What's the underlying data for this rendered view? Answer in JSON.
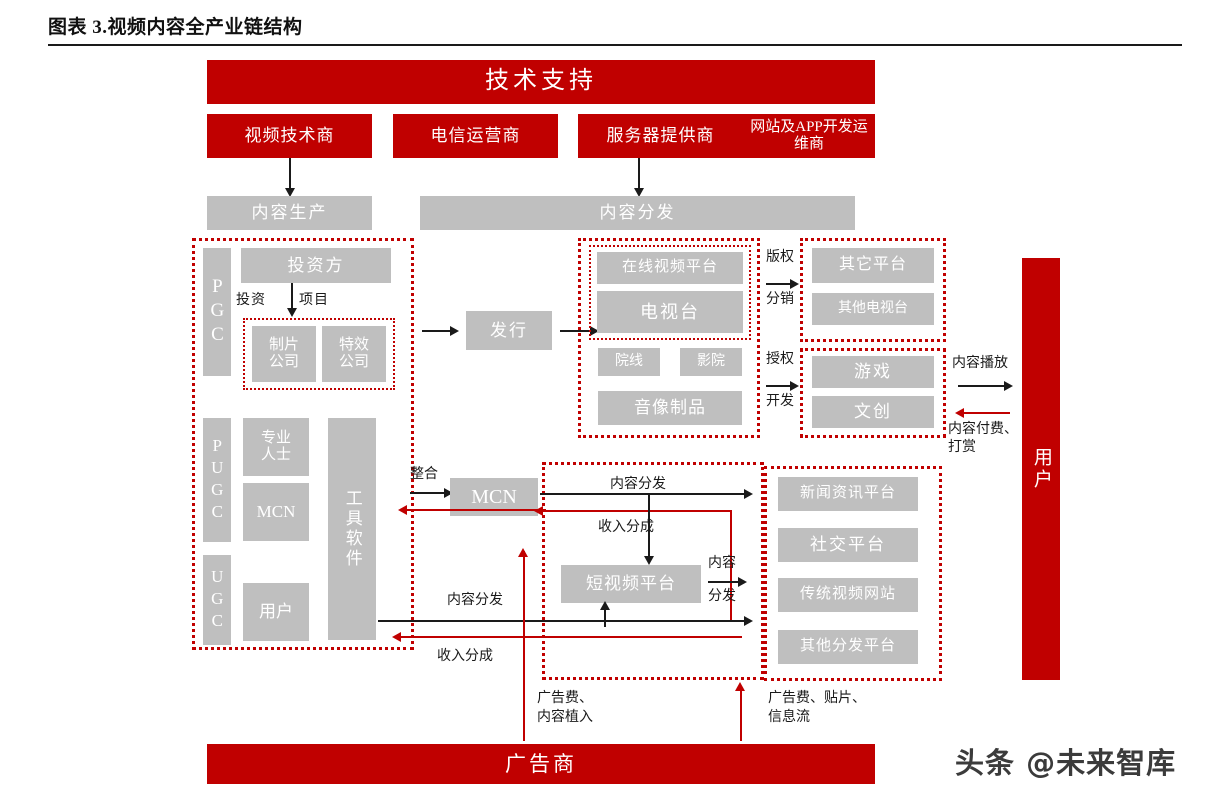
{
  "header": {
    "title": "图表 3.视频内容全产业链结构"
  },
  "tech_support": {
    "banner": "技术支持",
    "providers": [
      "视频技术商",
      "电信运营商",
      "服务器提供商",
      "网站及APP开发运维商"
    ]
  },
  "stage_bars": {
    "production": "内容生产",
    "distribution": "内容分发"
  },
  "pgc": {
    "label": "PGC",
    "investor": "投资方",
    "invest_label": "投资",
    "project_label": "项目",
    "production_company": "制片\n公司",
    "vfx_company": "特效\n公司"
  },
  "pugc": {
    "label": "PUGC",
    "professionals": "专业\n人士",
    "mcn": "MCN",
    "tools": "工具软件"
  },
  "ugc": {
    "label": "UGC",
    "user": "用户"
  },
  "release": {
    "label": "发行"
  },
  "channels": {
    "online_video": "在线视频平台",
    "tv_station": "电视台",
    "cinema_chain": "院线",
    "cinema": "影院",
    "av_products": "音像制品"
  },
  "licensing": {
    "copyright": "版权",
    "distribution": "分销",
    "authorize": "授权",
    "development": "开发"
  },
  "derivative": {
    "other_platform": "其它平台",
    "other_tv": "其他电视台",
    "game": "游戏",
    "culture": "文创"
  },
  "user_col": {
    "label": "用户",
    "play_label": "内容播放",
    "pay_label": "内容付费、\n打赏"
  },
  "mcn_flow": {
    "integrate": "整合",
    "mcn": "MCN",
    "short_video": "短视频平台",
    "content_distribution_top": "内容分发",
    "revenue_share_top": "收入分成",
    "content_distribution_bottom": "内容分发",
    "revenue_share_bottom": "收入分成",
    "content_label": "内容",
    "distribute_label": "分发"
  },
  "dist_platforms": [
    "新闻资讯平台",
    "社交平台",
    "传统视频网站",
    "其他分发平台"
  ],
  "advertiser": {
    "label": "广告商",
    "fee_left": "广告费、\n内容植入",
    "fee_right": "广告费、贴片、\n信息流"
  },
  "watermark": {
    "text": "头条 @未来智库"
  },
  "colors": {
    "brand_red": "#c00000",
    "gray_box": "#bfbfbf",
    "line_black": "#1a1a1a"
  }
}
